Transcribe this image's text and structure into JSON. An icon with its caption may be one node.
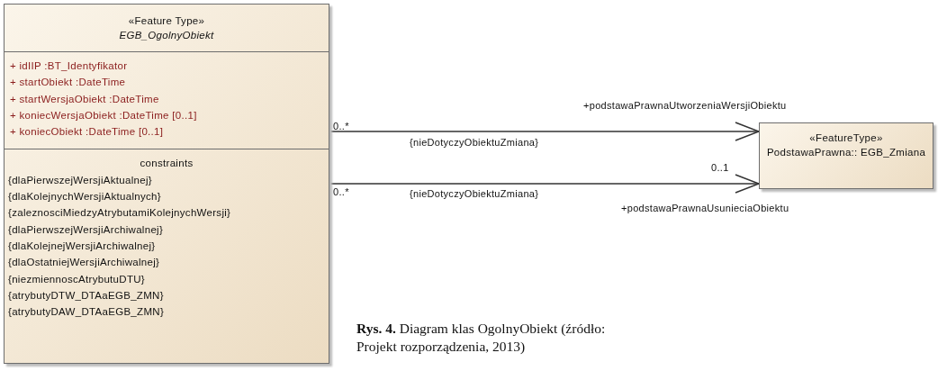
{
  "diagram": {
    "caption": "**Rys. 4.** Diagram klas OgolnyObiekt (źródło: Projekt rozporządzenia, 2013)",
    "nodes": [
      {
        "text": [
          "«Feature Type»",
          "EGB_OgolnyObiekt",
          "+ idIIP :BT_Identyfikator",
          "+ startObiekt :DateTime",
          "+ startWersjaObiekt :DateTime",
          "+ koniecWersjaObiekt :DateTime [0..1]",
          "+ koniecObiekt :DateTime [0..1]",
          "constraints",
          "{dlaPierwszejWersjiAktualnej}",
          "{dlaKolejnychWersjiAktualnych}",
          "{zaleznosciMiedzyAtrybutamiKolejnychWersji}",
          "{dlaPierwszejWersjiArchiwalnej}",
          "{dlaKolejnejWersjiArchiwalnej}",
          "{dlaOstatniejWersjiArchiwalnej}",
          "{niezmiennoscAtrybutuDTU}",
          "{atrybutyDTW_DTAaEGB_ZMN}",
          "{atrybutyDAW_DTAaEGB_ZMN}"
        ]
      },
      {
        "text": [
          "«FeatureType»",
          "PodstawaPrawna:: EGB_Zmiana"
        ]
      }
    ],
    "edges": [
      {
        "from": 0,
        "to": 1,
        "arrow": "to",
        "label": "{nieDotyczyObiektuZmiana}"
      },
      {
        "from": 0,
        "to": 1,
        "arrow": "to",
        "label": "{nieDotyczyObiektuZmiana}"
      }
    ],
    "labels": [
      "+podstawaPrawnaUtworzeniaWersjiObiektu",
      "0..*",
      "0..*",
      "0..1",
      "+podstawaPrawnaUsunieciaObiektu"
    ]
  }
}
